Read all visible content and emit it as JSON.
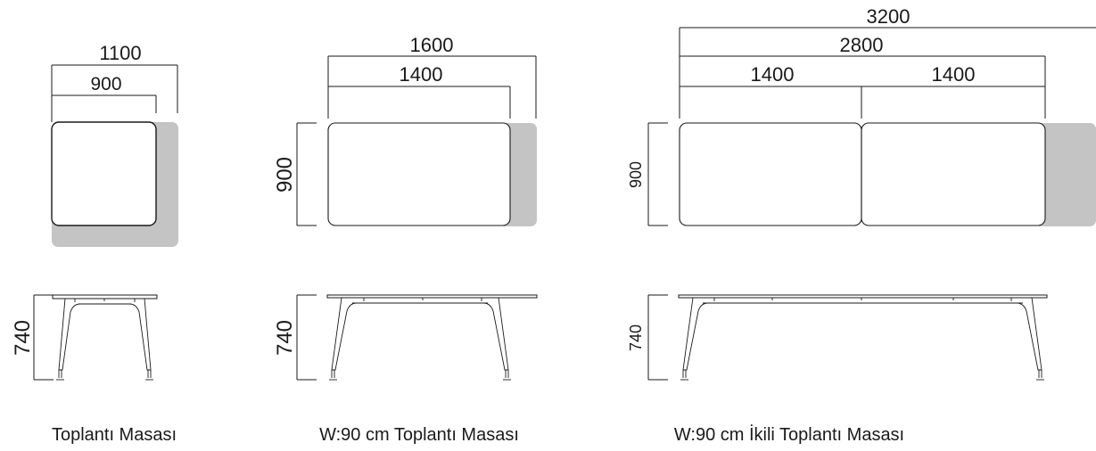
{
  "diagram_1": {
    "width_outer": "1100",
    "width_inner": "900",
    "height_plan": "",
    "height_side": "740",
    "caption": "Toplantı Masası"
  },
  "diagram_2": {
    "width_outer": "1600",
    "width_inner": "1400",
    "height_plan": "900",
    "height_side": "740",
    "caption": "W:90 cm Toplantı Masası"
  },
  "diagram_3": {
    "width_total": "3200",
    "width_outer": "2800",
    "width_left": "1400",
    "width_right": "1400",
    "height_plan": "900",
    "height_side": "740",
    "caption": "W:90 cm İkili Toplantı Masası"
  },
  "colors": {
    "line": "#1a1a1a",
    "extension_shadow": "#c4c4c4"
  }
}
